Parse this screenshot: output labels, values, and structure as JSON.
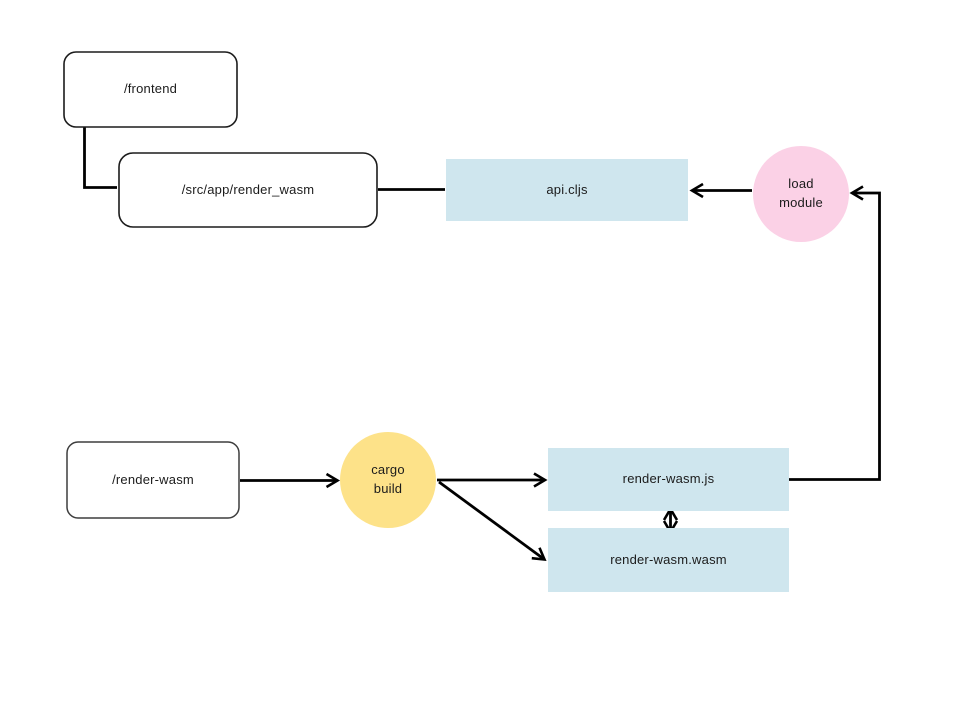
{
  "diagram": {
    "type": "flow-diagram",
    "background": "#ffffff"
  },
  "colors": {
    "node_fill_blue": "#cfe6ee",
    "node_fill_pink": "#fbd1e6",
    "node_fill_yellow": "#fde289",
    "node_stroke": "#1c1c1c",
    "edge_stroke": "#000000",
    "text": "#1b1b1b"
  },
  "nodes": {
    "frontend": {
      "label": "/frontend",
      "shape": "rounded-rect",
      "fill": "#ffffff"
    },
    "src_app_render_wasm": {
      "label": "/src/app/render_wasm",
      "shape": "rounded-rect",
      "fill": "#ffffff"
    },
    "api_cljs": {
      "label": "api.cljs",
      "shape": "rect",
      "fill": "#cfe6ee"
    },
    "load_module": {
      "label": "load module",
      "shape": "circle",
      "fill": "#fbd1e6"
    },
    "render_wasm_dir": {
      "label": "/render-wasm",
      "shape": "rounded-rect",
      "fill": "#ffffff"
    },
    "cargo_build": {
      "label": "cargo build",
      "shape": "circle",
      "fill": "#fde289"
    },
    "render_wasm_js": {
      "label": "render-wasm.js",
      "shape": "rect",
      "fill": "#cfe6ee"
    },
    "render_wasm_wasm": {
      "label": "render-wasm.wasm",
      "shape": "rect",
      "fill": "#cfe6ee"
    }
  },
  "edges": [
    {
      "from": "frontend",
      "to": "src_app_render_wasm",
      "style": "elbow",
      "arrow": "none"
    },
    {
      "from": "src_app_render_wasm",
      "to": "api_cljs",
      "style": "straight",
      "arrow": "none"
    },
    {
      "from": "load_module",
      "to": "api_cljs",
      "style": "straight",
      "arrow": "end"
    },
    {
      "from": "render_wasm_js",
      "to": "load_module",
      "style": "elbow",
      "arrow": "end"
    },
    {
      "from": "render_wasm_dir",
      "to": "cargo_build",
      "style": "straight",
      "arrow": "end"
    },
    {
      "from": "cargo_build",
      "to": "render_wasm_js",
      "style": "straight",
      "arrow": "end"
    },
    {
      "from": "cargo_build",
      "to": "render_wasm_wasm",
      "style": "diagonal",
      "arrow": "end"
    },
    {
      "from": "render_wasm_js",
      "to": "render_wasm_wasm",
      "style": "straight",
      "arrow": "both"
    }
  ]
}
